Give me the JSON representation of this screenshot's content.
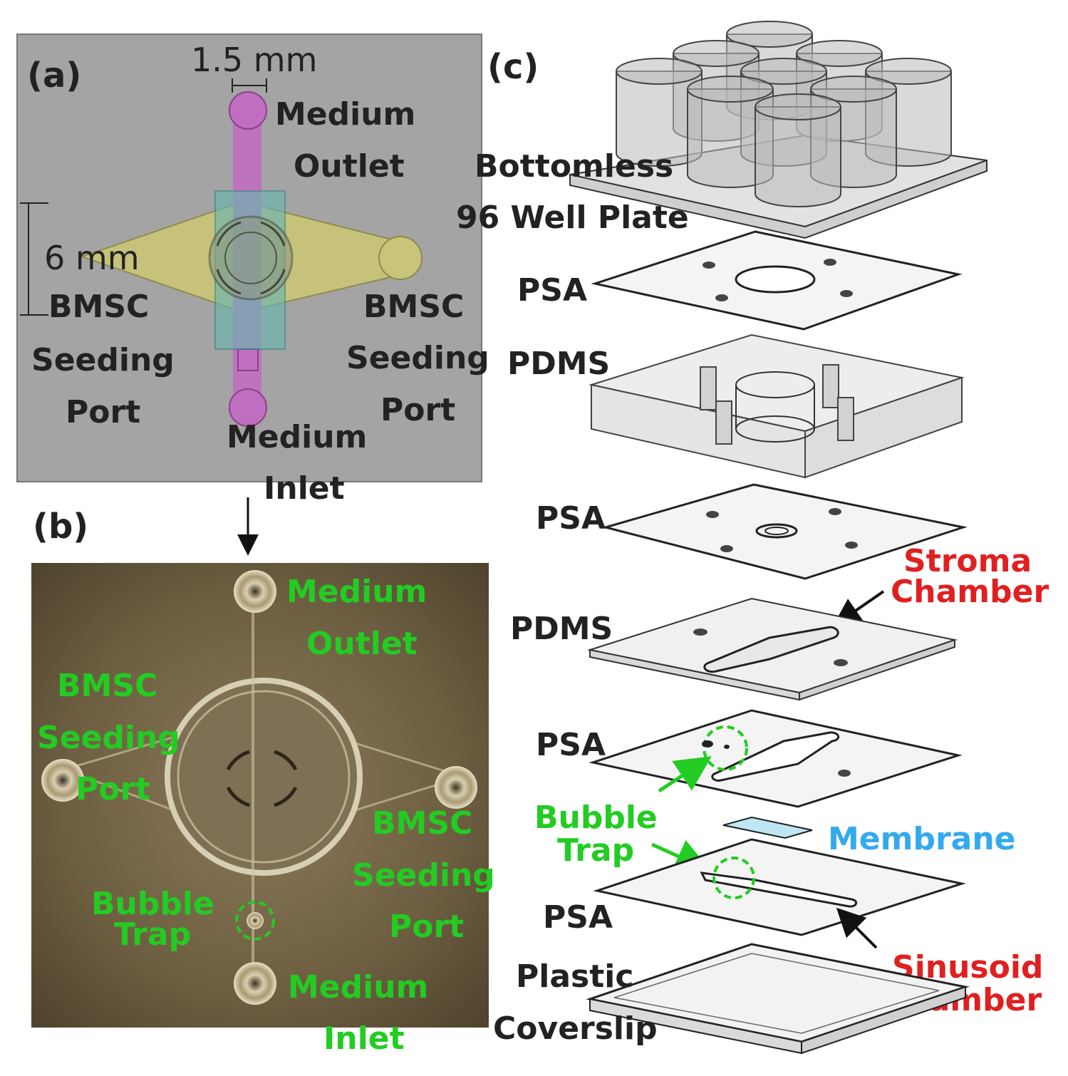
{
  "panel_a": {
    "tag": "(a)",
    "dim_width": "1.5 mm",
    "dim_height": "6 mm",
    "outlet": [
      "Medium",
      "Outlet"
    ],
    "inlet": [
      "Medium",
      "Inlet"
    ],
    "left_port": [
      "BMSC",
      "Seeding",
      "Port"
    ],
    "right_port": [
      "BMSC",
      "Seeding",
      "Port"
    ],
    "colors": {
      "background": "#a4a4a4",
      "medium_channel": "#c06fc0",
      "stroma_chamber": "#c8c47a",
      "membrane_window": "#6bb5b0"
    }
  },
  "panel_b": {
    "tag": "(b)",
    "outlet": [
      "Medium",
      "Outlet"
    ],
    "inlet": [
      "Medium",
      "Inlet"
    ],
    "left_port": [
      "BMSC",
      "Seeding",
      "Port"
    ],
    "right_port": [
      "BMSC",
      "Seeding",
      "Port"
    ],
    "bubble_trap": [
      "Bubble",
      "Trap"
    ],
    "label_color": "#22cc22"
  },
  "panel_c": {
    "tag": "(c)",
    "layers": {
      "plate": [
        "Bottomless",
        "96 Well Plate"
      ],
      "psa1": "PSA",
      "pdms1": "PDMS",
      "psa2": "PSA",
      "pdms2": "PDMS",
      "psa3": "PSA",
      "psa4": "PSA",
      "coverslip": [
        "Plastic",
        "Coverslip"
      ]
    },
    "stroma": [
      "Stroma",
      "Chamber"
    ],
    "sinusoid": [
      "Sinusoid",
      "Chamber"
    ],
    "membrane": "Membrane",
    "bubble_trap": [
      "Bubble",
      "Trap"
    ],
    "colors": {
      "red": "#e02020",
      "green": "#22cc22",
      "blue": "#33aaee"
    }
  }
}
